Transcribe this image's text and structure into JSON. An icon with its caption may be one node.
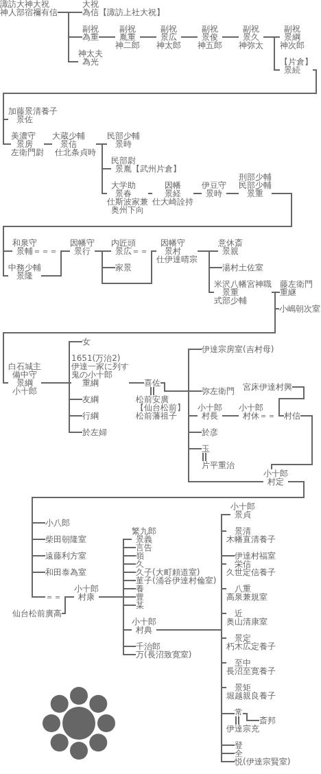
{
  "diagram": {
    "nodes": [
      {
        "text": [
          "諏訪大神大祝",
          "神人部宿禰有信"
        ]
      },
      {
        "text": [
          "大祝",
          "為信"
        ],
        "beside": [
          "【諏訪上社大祝】"
        ]
      },
      {
        "text": [
          "副祝",
          "為重"
        ]
      },
      {
        "text": [
          "神太夫",
          "為光"
        ]
      },
      {
        "text": [
          "副祝",
          "胤重",
          "神二郎"
        ]
      },
      {
        "text": [
          "副祝",
          "景広",
          "神太郎"
        ]
      },
      {
        "text": [
          "副祝",
          "景俊",
          "神五郎"
        ]
      },
      {
        "text": [
          "副祝",
          "景久",
          "神弥太"
        ]
      },
      {
        "text": [
          "副祝",
          "景綱",
          "神次郎"
        ]
      },
      {
        "text": [
          "【片倉】",
          "景続"
        ]
      },
      {
        "text": [
          "加藤景清養子",
          "景佐"
        ]
      },
      {
        "text": [
          "美濃守",
          "景房",
          "左衛門尉"
        ]
      },
      {
        "text": [
          "大蔵少輔",
          "景信",
          "仕北条貞時"
        ]
      },
      {
        "text": [
          "民部少輔",
          "景時"
        ]
      },
      {
        "text": [
          "民部尉",
          "景胤"
        ],
        "beside": [
          "【武州片倉】"
        ]
      },
      {
        "text": [
          "大学助",
          "景春",
          "仕斯波家兼",
          "奥州下向"
        ]
      },
      {
        "text": [
          "因幡",
          "景経",
          "仕大崎詮持"
        ]
      },
      {
        "text": [
          "伊豆守",
          "景時"
        ]
      },
      {
        "text": [
          "刑部少輔",
          "民部少輔",
          "景重"
        ]
      },
      {
        "text": [
          "和泉守",
          "景輔＝＝＝"
        ]
      },
      {
        "text": [
          "中務少輔",
          "景隆"
        ]
      },
      {
        "text": [
          "因幡守",
          "景行"
        ]
      },
      {
        "text": [
          "内匠頭",
          "景広＝＝"
        ]
      },
      {
        "text": [
          "家景"
        ]
      },
      {
        "text": [
          "因幡守",
          "景村",
          "仕伊達晴宗"
        ]
      },
      {
        "text": [
          "意休斎",
          "景親"
        ]
      },
      {
        "text": [
          "湯村土佐室"
        ]
      },
      {
        "text": [
          "米沢八幡宮神職",
          "景重",
          "式部少輔"
        ]
      },
      {
        "text": [
          "藤左衛門",
          "重継"
        ]
      },
      {
        "text": [
          "小嶋朝次室"
        ]
      },
      {
        "text": [
          "白石城主",
          "備中守",
          "景綱",
          "小十郎"
        ]
      },
      {
        "text": [
          "女"
        ]
      },
      {
        "text": [
          "1651(万治2)",
          "伊達一家に列す",
          "鬼の小十郎",
          "重綱"
        ]
      },
      {
        "text": [
          "友綱"
        ]
      },
      {
        "text": [
          "行綱"
        ]
      },
      {
        "text": [
          "於左婦"
        ]
      },
      {
        "text": [
          "喜佐"
        ]
      },
      {
        "text": [
          "松前安廣",
          "【仙台松前】",
          "松前藩祖子"
        ]
      },
      {
        "text": [
          "伊達宗房室(吉村母)"
        ]
      },
      {
        "text": [
          "弥左衛門"
        ]
      },
      {
        "text": [
          "小十郎",
          "村長"
        ]
      },
      {
        "text": [
          "宮床伊達村興"
        ]
      },
      {
        "text": [
          "小十郎",
          "村休＝＝"
        ]
      },
      {
        "text": [
          "村信"
        ]
      },
      {
        "text": [
          "於彦"
        ]
      },
      {
        "text": [
          "玉"
        ]
      },
      {
        "text": [
          "片平重治"
        ]
      },
      {
        "text": [
          "小十郎",
          "村定"
        ]
      },
      {
        "text": [
          "小八郎"
        ]
      },
      {
        "text": [
          "柴田朝隆室"
        ]
      },
      {
        "text": [
          "遠藤利方室"
        ]
      },
      {
        "text": [
          "和田泰為室"
        ]
      },
      {
        "text": [
          "＝＝"
        ]
      },
      {
        "text": [
          "仙台松前廣高"
        ]
      },
      {
        "text": [
          "小十郎",
          "村康"
        ]
      },
      {
        "text": [
          "繁九郎",
          "景義"
        ]
      },
      {
        "text": [
          "言告"
        ]
      },
      {
        "text": [
          "嶺"
        ]
      },
      {
        "text": [
          "久"
        ]
      },
      {
        "text": [
          "久子(大町頼道室)"
        ]
      },
      {
        "text": [
          "菫子(涌谷伊達村倫室)"
        ]
      },
      {
        "text": [
          "養"
        ]
      },
      {
        "text": [
          "豊"
        ]
      },
      {
        "text": [
          "某"
        ]
      },
      {
        "text": [
          "小十郎",
          "村典"
        ]
      },
      {
        "text": [
          "千治郎"
        ]
      },
      {
        "text": [
          "万(長沼致寛室)"
        ]
      },
      {
        "text": [
          "小十郎",
          "景貞"
        ]
      },
      {
        "text": [
          "景清",
          "木幡直清養子"
        ]
      },
      {
        "text": [
          "伊達村福室"
        ]
      },
      {
        "text": [
          "栄信",
          "久世定信養子"
        ]
      },
      {
        "text": [
          "八重",
          "高泉兼規室"
        ]
      },
      {
        "text": [
          "近",
          "奥山清康室"
        ]
      },
      {
        "text": [
          "景定",
          "朽木広定養子"
        ]
      },
      {
        "text": [
          "至中",
          "長沼至寛養子"
        ]
      },
      {
        "text": [
          "景矩",
          "堀越親良養子"
        ]
      },
      {
        "text": [
          "常"
        ]
      },
      {
        "text": [
          "伊達宗充"
        ]
      },
      {
        "text": [
          "斎邦"
        ]
      },
      {
        "text": [
          "登"
        ]
      },
      {
        "text": [
          "全"
        ]
      },
      {
        "text": [
          "悦(伊達宗賢室)"
        ]
      }
    ],
    "edges": [
      {
        "from": 0,
        "to": 1,
        "arrow": "none"
      },
      {
        "from": 0,
        "to": 2,
        "arrow": "none"
      },
      {
        "from": 0,
        "to": 3,
        "arrow": "none"
      },
      {
        "from": 2,
        "to": 4,
        "arrow": "none"
      },
      {
        "from": 4,
        "to": 5,
        "arrow": "none"
      },
      {
        "from": 5,
        "to": 6,
        "arrow": "none"
      },
      {
        "from": 6,
        "to": 7,
        "arrow": "none"
      },
      {
        "from": 7,
        "to": 8,
        "arrow": "none"
      },
      {
        "from": 7,
        "to": 9,
        "arrow": "none"
      },
      {
        "from": 9,
        "to": 10,
        "arrow": "none"
      },
      {
        "from": 9,
        "to": 11,
        "arrow": "none"
      },
      {
        "from": 11,
        "to": 12,
        "arrow": "none"
      },
      {
        "from": 12,
        "to": 13,
        "arrow": "none"
      },
      {
        "from": 12,
        "to": 14,
        "arrow": "none"
      },
      {
        "from": 12,
        "to": 15,
        "arrow": "none"
      },
      {
        "from": 15,
        "to": 16,
        "arrow": "none"
      },
      {
        "from": 16,
        "to": 17,
        "arrow": "none"
      },
      {
        "from": 17,
        "to": 18,
        "arrow": "none"
      },
      {
        "from": 18,
        "to": 19,
        "arrow": "none"
      },
      {
        "from": 18,
        "to": 20,
        "arrow": "none"
      },
      {
        "from": 20,
        "to": 21,
        "arrow": "none"
      },
      {
        "from": 21,
        "to": 22,
        "arrow": "none"
      },
      {
        "from": 21,
        "to": 23,
        "arrow": "none"
      },
      {
        "from": 21,
        "to": 24,
        "arrow": "none"
      },
      {
        "from": 24,
        "to": 25,
        "arrow": "none"
      },
      {
        "from": 24,
        "to": 26,
        "arrow": "none"
      },
      {
        "from": 24,
        "to": 27,
        "arrow": "none"
      },
      {
        "from": 27,
        "to": 28,
        "arrow": "none"
      },
      {
        "from": 27,
        "to": 29,
        "arrow": "none"
      },
      {
        "from": 27,
        "to": 30,
        "arrow": "none"
      },
      {
        "from": 30,
        "to": 31,
        "arrow": "none"
      },
      {
        "from": 30,
        "to": 32,
        "arrow": "none"
      },
      {
        "from": 30,
        "to": 33,
        "arrow": "none"
      },
      {
        "from": 30,
        "to": 34,
        "arrow": "none"
      },
      {
        "from": 30,
        "to": 35,
        "arrow": "none"
      },
      {
        "from": 32,
        "to": 36,
        "arrow": "none"
      },
      {
        "from": 36,
        "to": 37,
        "arrow": "none"
      },
      {
        "from": 36,
        "to": 38,
        "arrow": "none"
      },
      {
        "from": 36,
        "to": 39,
        "arrow": "none"
      },
      {
        "from": 36,
        "to": 40,
        "arrow": "none"
      },
      {
        "from": 36,
        "to": 44,
        "arrow": "none"
      },
      {
        "from": 36,
        "to": 45,
        "arrow": "none"
      },
      {
        "from": 36,
        "to": 47,
        "arrow": "none"
      },
      {
        "from": 40,
        "to": 42,
        "arrow": "none"
      },
      {
        "from": 41,
        "to": 43,
        "arrow": "none"
      },
      {
        "from": 45,
        "to": 46,
        "arrow": "none"
      },
      {
        "from": 43,
        "to": 47,
        "arrow": "none"
      },
      {
        "from": 47,
        "to": 48,
        "arrow": "none"
      },
      {
        "from": 47,
        "to": 49,
        "arrow": "none"
      },
      {
        "from": 47,
        "to": 50,
        "arrow": "none"
      },
      {
        "from": 47,
        "to": 51,
        "arrow": "none"
      },
      {
        "from": 47,
        "to": 52,
        "arrow": "none"
      },
      {
        "from": 53,
        "to": 54,
        "arrow": "none"
      },
      {
        "from": 54,
        "to": 55,
        "arrow": "none"
      },
      {
        "from": 54,
        "to": 56,
        "arrow": "none"
      },
      {
        "from": 54,
        "to": 57,
        "arrow": "none"
      },
      {
        "from": 54,
        "to": 58,
        "arrow": "none"
      },
      {
        "from": 54,
        "to": 59,
        "arrow": "none"
      },
      {
        "from": 54,
        "to": 60,
        "arrow": "none"
      },
      {
        "from": 54,
        "to": 61,
        "arrow": "none"
      },
      {
        "from": 54,
        "to": 62,
        "arrow": "none"
      },
      {
        "from": 54,
        "to": 63,
        "arrow": "none"
      },
      {
        "from": 54,
        "to": 64,
        "arrow": "none"
      },
      {
        "from": 54,
        "to": 65,
        "arrow": "none"
      },
      {
        "from": 54,
        "to": 66,
        "arrow": "none"
      },
      {
        "from": 64,
        "to": 67,
        "arrow": "none"
      },
      {
        "from": 64,
        "to": 68,
        "arrow": "none"
      },
      {
        "from": 64,
        "to": 69,
        "arrow": "none"
      },
      {
        "from": 64,
        "to": 70,
        "arrow": "none"
      },
      {
        "from": 64,
        "to": 71,
        "arrow": "none"
      },
      {
        "from": 64,
        "to": 72,
        "arrow": "none"
      },
      {
        "from": 64,
        "to": 73,
        "arrow": "none"
      },
      {
        "from": 64,
        "to": 74,
        "arrow": "none"
      },
      {
        "from": 64,
        "to": 75,
        "arrow": "none"
      },
      {
        "from": 64,
        "to": 76,
        "arrow": "none"
      },
      {
        "from": 64,
        "to": 79,
        "arrow": "none"
      },
      {
        "from": 64,
        "to": 80,
        "arrow": "none"
      },
      {
        "from": 64,
        "to": 81,
        "arrow": "none"
      },
      {
        "from": 76,
        "to": 77,
        "arrow": "none"
      },
      {
        "from": 76,
        "to": 78,
        "arrow": "none"
      }
    ]
  }
}
